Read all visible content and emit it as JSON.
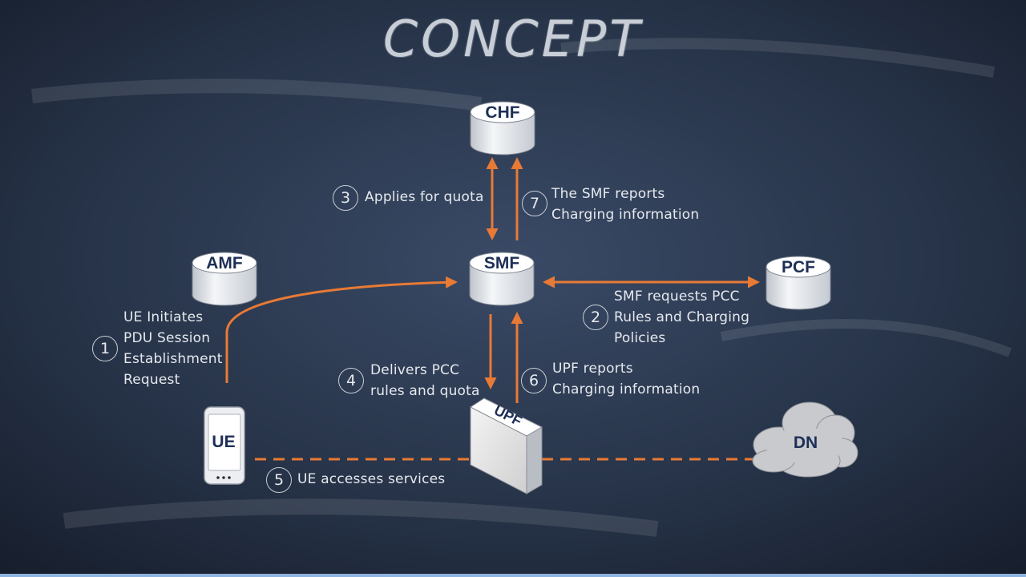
{
  "title": "CONCEPT",
  "nodes": {
    "chf": "CHF",
    "amf": "AMF",
    "smf": "SMF",
    "pcf": "PCF",
    "upf": "UPF",
    "ue": "UE",
    "dn": "DN"
  },
  "steps": [
    {
      "number": "1",
      "label_lines": [
        "UE Initiates",
        "PDU Session",
        "Establishment",
        "Request"
      ]
    },
    {
      "number": "2",
      "label_lines": [
        "SMF requests PCC",
        "Rules and Charging",
        "Policies"
      ]
    },
    {
      "number": "3",
      "label_lines": [
        "Applies for quota"
      ]
    },
    {
      "number": "4",
      "label_lines": [
        "Delivers PCC",
        "rules and quota"
      ]
    },
    {
      "number": "5",
      "label_lines": [
        "UE accesses services"
      ]
    },
    {
      "number": "6",
      "label_lines": [
        "UPF reports",
        "Charging information"
      ]
    },
    {
      "number": "7",
      "label_lines": [
        "The SMF reports",
        "Charging information"
      ]
    }
  ],
  "colors": {
    "arrow": "#e87a35",
    "cylinder_top": "#ffffff",
    "cylinder_side": "#d9dde3",
    "node_text": "#1d2f57",
    "background": "#1c2637"
  }
}
